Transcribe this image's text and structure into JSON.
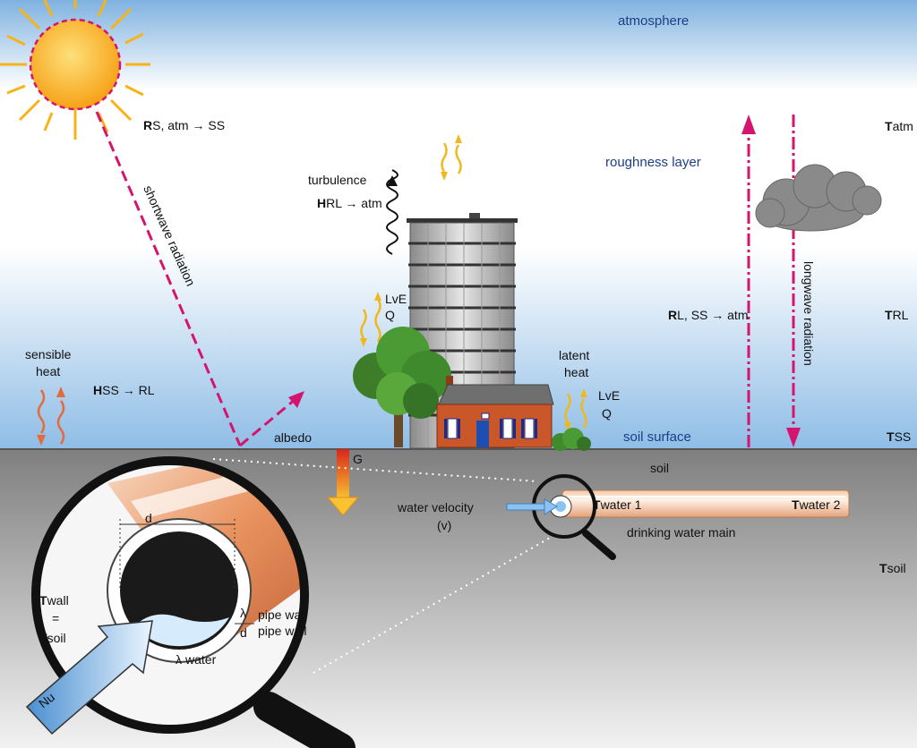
{
  "layers": {
    "atmosphere": "atmosphere",
    "roughness": "roughness layer",
    "soil_surface": "soil surface",
    "soil": "soil"
  },
  "radiation": {
    "shortwave": "shortwave radiation",
    "longwave": "longwave radiation",
    "albedo": "albedo"
  },
  "fluxes": {
    "rs_main": "R",
    "rs_sub": "S, atm → SS",
    "rl_main": "R",
    "rl_sub": "L, SS → atm",
    "hss_main": "H",
    "hss_sub": "SS → RL",
    "hrl_main": "H",
    "hrl_sub": "RL → atm",
    "g": "G"
  },
  "temps": {
    "t": "T",
    "atm": "atm",
    "rl": "RL",
    "ss": "SS",
    "soil": "soil",
    "water1": "water 1",
    "water2": "water 2",
    "wall": "wall",
    "eq": "="
  },
  "heat": {
    "sensible_1": "sensible",
    "sensible_2": "heat",
    "latent_1": "latent",
    "latent_2": "heat",
    "turbulence": "turbulence",
    "lve": "LvE",
    "q": "Q"
  },
  "pipe": {
    "velocity_1": "water velocity",
    "velocity_2": "(v)",
    "main": "drinking water main",
    "d": "d",
    "lambda": "λ",
    "pipe_wall": "pipe wall",
    "water": "water",
    "nu": "Nu"
  },
  "colors": {
    "sky_top": "#7fb2e0",
    "sky_mid": "#ffffff",
    "soil_top": "#7f7f7f",
    "soil_bottom": "#f2f2f2",
    "magenta": "#d4146e",
    "sun": "#f7b41a",
    "heat_wave": "#f0b81c",
    "sensible": "#e36b3c",
    "label_blue": "#1a3f86"
  }
}
